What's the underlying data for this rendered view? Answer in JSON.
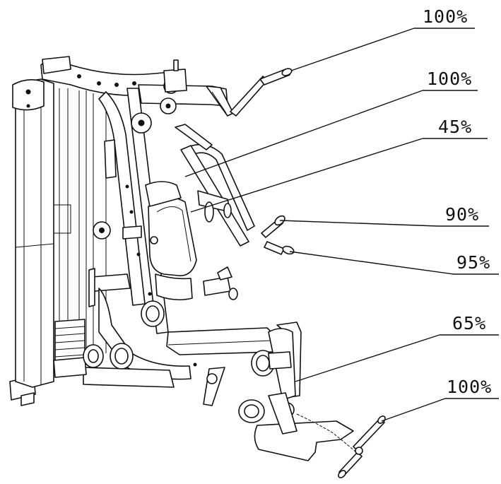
{
  "callouts": [
    {
      "id": "top-handle",
      "label": "100%"
    },
    {
      "id": "chest-press-arm",
      "label": "100%"
    },
    {
      "id": "pec-pad",
      "label": "45%"
    },
    {
      "id": "upper-grip",
      "label": "90%"
    },
    {
      "id": "lower-grip",
      "label": "95%"
    },
    {
      "id": "leg-developer",
      "label": "65%"
    },
    {
      "id": "low-pulley-handle",
      "label": "100%"
    }
  ],
  "colors": {
    "line": "#111111",
    "background": "#ffffff"
  }
}
